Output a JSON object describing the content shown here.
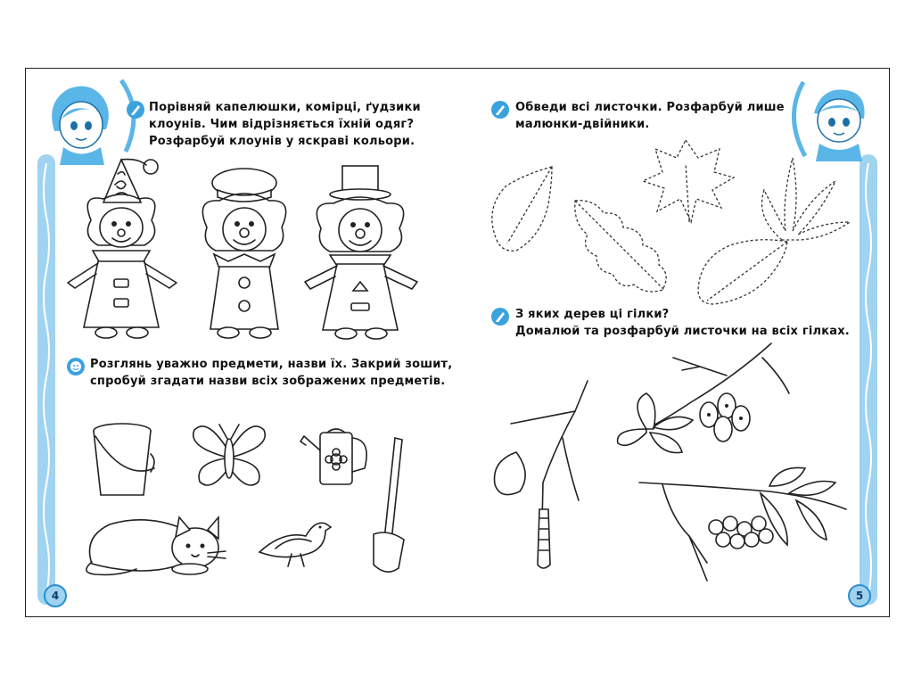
{
  "pages": {
    "left": {
      "page_number": "4",
      "task1": {
        "icon": "pencil-icon",
        "lines": [
          "Порівняй капелюшки, комірці, ґудзики",
          "клоунів. Чим відрізняється їхній одяг?",
          "Розфарбуй клоунів у яскраві кольори."
        ]
      },
      "task2": {
        "icon": "smile-icon",
        "lines": [
          "Розглянь уважно предмети, назви їх. Закрий зошит,",
          "спробуй згадати назви всіх зображених предметів."
        ]
      }
    },
    "right": {
      "page_number": "5",
      "task1": {
        "icon": "pencil-icon",
        "lines": [
          "Обведи всі листочки. Розфарбуй лише",
          "малюнки-двійники."
        ]
      },
      "task2": {
        "icon": "pencil-icon",
        "lines": [
          "З яких дерев ці гілки?",
          "Домалюй та розфарбуй листочки на всіх гілках."
        ]
      }
    }
  },
  "colors": {
    "band": "#9fd3f0",
    "accent": "#3aa3de",
    "ink": "#222222"
  }
}
